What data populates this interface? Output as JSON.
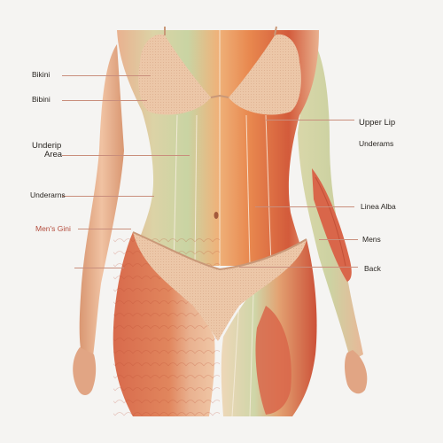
{
  "labels_left": [
    {
      "id": "bikini-1",
      "text": "Bikini"
    },
    {
      "id": "bikini-2",
      "text": "Bibini"
    },
    {
      "id": "underip-1",
      "text": "Underip"
    },
    {
      "id": "underip-2",
      "text": "Area"
    },
    {
      "id": "underarns",
      "text": "Underarns"
    },
    {
      "id": "mens-gini",
      "text": "Men's Gini"
    }
  ],
  "labels_right": [
    {
      "id": "upper-lip",
      "text": "Upper Lip"
    },
    {
      "id": "underams",
      "text": "Underams"
    },
    {
      "id": "linea-alba",
      "text": "Linea Alba"
    },
    {
      "id": "mens",
      "text": "Mens"
    },
    {
      "id": "back",
      "text": "Back"
    }
  ],
  "colors": {
    "background": "#f5f4f2",
    "skin": "#e9b18f",
    "skin_shadow": "#c98460",
    "bra": "#ecc7a8",
    "band_green": "#cfd6a8",
    "band_orange": "#e8874e",
    "band_red": "#cc5138",
    "muscle": "#d9664a",
    "leader_line": "#c98e7c"
  }
}
